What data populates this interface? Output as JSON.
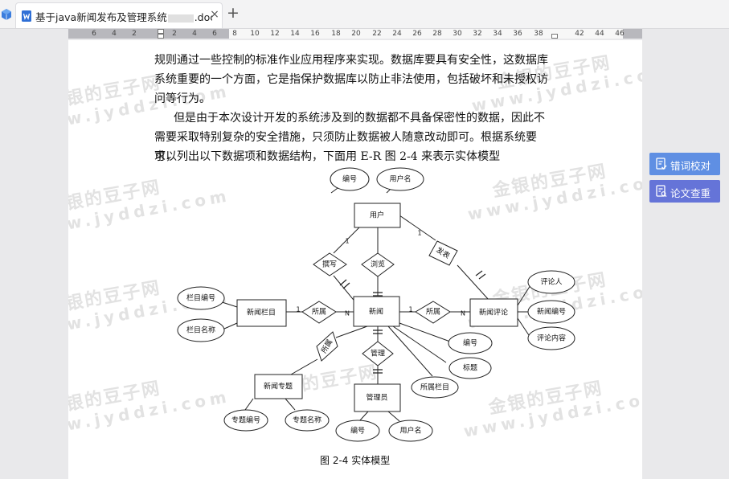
{
  "tab": {
    "title": "基于java新闻发布及管理系统",
    "suffix": ".doc",
    "close": "×",
    "add": "+"
  },
  "ruler": {
    "ticks": [
      "6",
      "4",
      "2",
      "2",
      "4",
      "6",
      "8",
      "10",
      "12",
      "14",
      "16",
      "18",
      "20",
      "22",
      "24",
      "26",
      "28",
      "30",
      "32",
      "34",
      "36",
      "38",
      "42",
      "44",
      "46"
    ]
  },
  "document": {
    "lines": [
      "规则通过一些控制的标准作业应用程序来实现。数据库要具有安全性，这数据库",
      "系统重要的一个方面，它是指保护数据库以防止非法使用，包括破坏和未授权访",
      "问等行为。",
      "但是由于本次设计开发的系统涉及到的数据都不具备保密性的数据，因此不",
      "需要采取特别复杂的安全措施，只须防止数据被人随意改动即可。根据系统要求，",
      "可以列出以下数据项和数据结构，下面用 E-R 图 2-4 来表示实体模型"
    ],
    "caption": "图 2-4 实体模型"
  },
  "er": {
    "entities": {
      "user": "用户",
      "news": "新闻",
      "column": "新闻栏目",
      "comment": "新闻评论",
      "topic": "新闻专题",
      "admin": "管理员"
    },
    "relations": {
      "write": "撰写",
      "browse": "浏览",
      "publish": "发表",
      "belong1": "所属",
      "belong2": "所属",
      "belong3": "所属",
      "manage": "管理"
    },
    "attributes": {
      "user_id": "编号",
      "user_name": "用户名",
      "column_id": "栏目编号",
      "column_name": "栏目名称",
      "commenter": "评论人",
      "news_id_c": "新闻编号",
      "comment_content": "评论内容",
      "news_id": "编号",
      "news_title": "标题",
      "news_column": "所属栏目",
      "topic_id": "专题编号",
      "topic_name": "专题名称",
      "admin_id": "编号",
      "admin_name": "用户名"
    },
    "cardinalities": {
      "one": "1",
      "many": "N"
    }
  },
  "watermark": {
    "cn": "金银的豆子网",
    "en": "www.jyddzi.com"
  },
  "sidebar": {
    "typo_check": "错词校对",
    "plagiarism_check": "论文查重"
  },
  "colors": {
    "typo_button": "#5f8fe3",
    "plagiarism_button": "#6574d8",
    "tab_bar": "#f3f3f4"
  }
}
